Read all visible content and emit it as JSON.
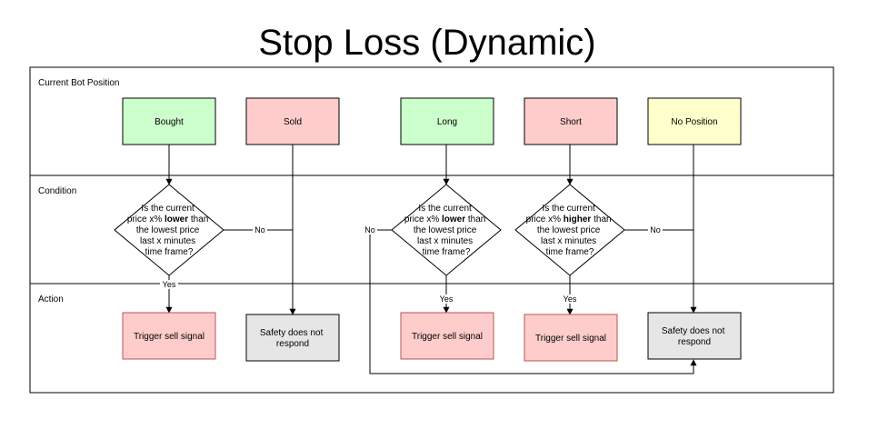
{
  "title": "Stop Loss (Dynamic)",
  "lanes": {
    "position": "Current Bot Position",
    "condition": "Condition",
    "action": "Action"
  },
  "positions": {
    "bought": "Bought",
    "sold": "Sold",
    "long": "Long",
    "short": "Short",
    "no_position": "No Position"
  },
  "conditions": {
    "lower1": {
      "l1": "Is the current",
      "l2a": "price x% ",
      "l2b": "lower",
      "l2c": " than",
      "l3": "the lowest price",
      "l4": "last x minutes",
      "l5": "time frame?"
    },
    "lower2": {
      "l1": "Is the current",
      "l2a": "price x% ",
      "l2b": "lower",
      "l2c": " than",
      "l3": "the lowest price",
      "l4": "last x minutes",
      "l5": "time frame?"
    },
    "higher": {
      "l1": "Is the current",
      "l2a": "price x% ",
      "l2b": "higher",
      "l2c": " than",
      "l3": "the lowest price",
      "l4": "last x minutes",
      "l5": "time frame?"
    }
  },
  "actions": {
    "sell1": "Trigger sell signal",
    "safety1_l1": "Safety does not",
    "safety1_l2": "respond",
    "sell2": "Trigger sell signal",
    "sell3": "Trigger sell signal",
    "safety2_l1": "Safety does not",
    "safety2_l2": "respond"
  },
  "edge_labels": {
    "yes": "Yes",
    "no": "No"
  },
  "colors": {
    "green_fill": "#ccffcc",
    "green_stroke": "#000000",
    "red_fill": "#ffcccc",
    "red_stroke": "#b85450",
    "yellow_fill": "#ffffcc",
    "grey_fill": "#e6e6e6"
  }
}
